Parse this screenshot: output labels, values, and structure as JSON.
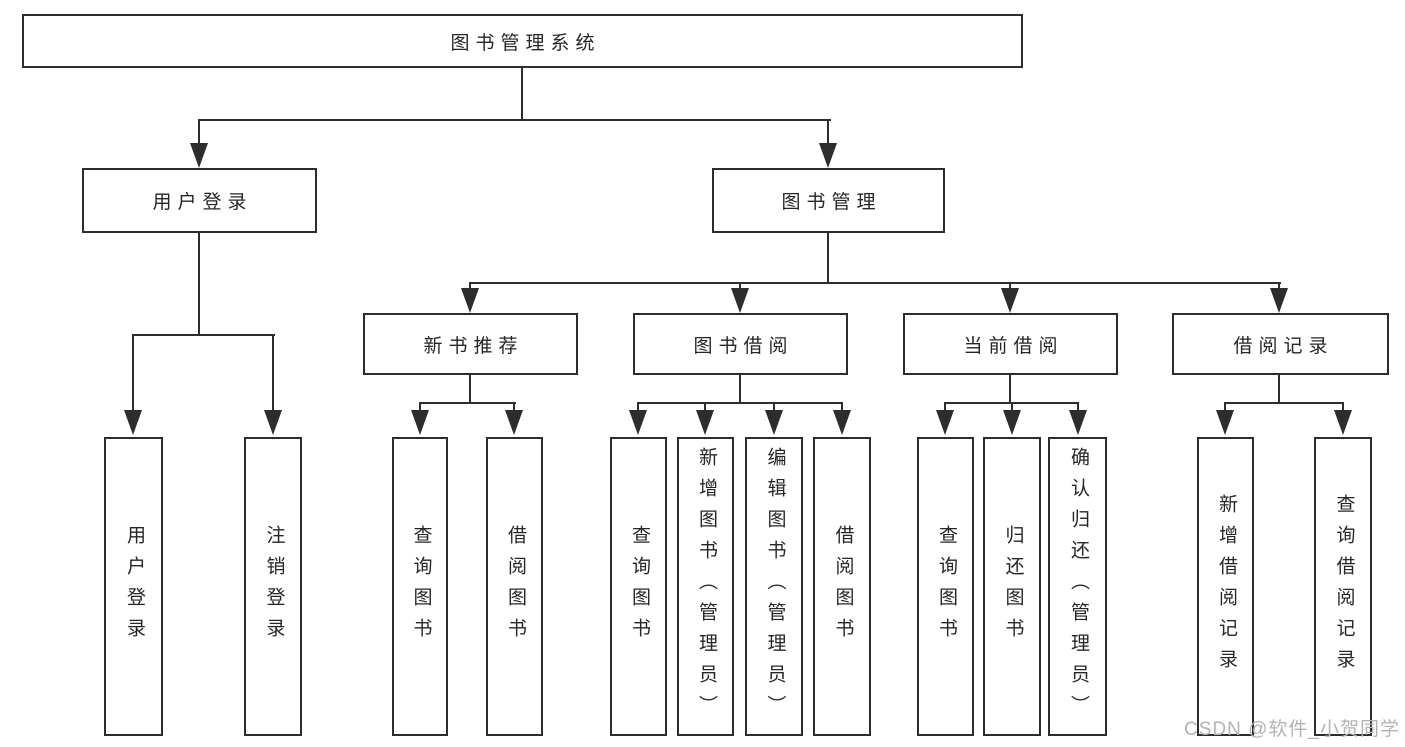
{
  "diagram_title": "图书管理系统",
  "tree": {
    "label": "图书管理系统",
    "children": [
      {
        "label": "用户登录",
        "children": [
          {
            "label": "用户登录"
          },
          {
            "label": "注销登录"
          }
        ]
      },
      {
        "label": "图书管理",
        "children": [
          {
            "label": "新书推荐",
            "children": [
              {
                "label": "查询图书"
              },
              {
                "label": "借阅图书"
              }
            ]
          },
          {
            "label": "图书借阅",
            "children": [
              {
                "label": "查询图书"
              },
              {
                "label": "新增图书（管理员）"
              },
              {
                "label": "编辑图书（管理员）"
              },
              {
                "label": "借阅图书"
              }
            ]
          },
          {
            "label": "当前借阅",
            "children": [
              {
                "label": "查询图书"
              },
              {
                "label": "归还图书"
              },
              {
                "label": "确认归还（管理员）"
              }
            ]
          },
          {
            "label": "借阅记录",
            "children": [
              {
                "label": "新增借阅记录"
              },
              {
                "label": "查询借阅记录"
              }
            ]
          }
        ]
      }
    ]
  },
  "watermark": "CSDN @软件_小贺同学",
  "colors": {
    "line": "#2d2d2d",
    "box_background": "#ffffff",
    "text": "#262626",
    "watermark": "#b3b3b3",
    "page_background": "#ffffff"
  }
}
